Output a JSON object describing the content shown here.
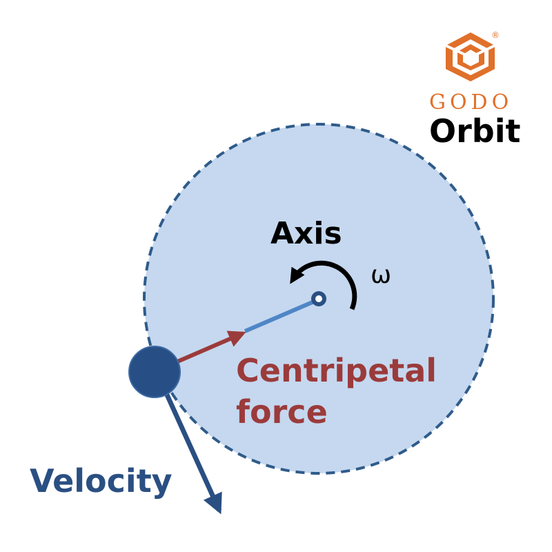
{
  "logo": {
    "brand": "GODO",
    "product": "Orbit",
    "registered_mark": "®",
    "brand_color": "#e0702a"
  },
  "diagram": {
    "axis_label": "Axis",
    "omega_label": "ω",
    "centripetal_label_line1": "Centripetal",
    "centripetal_label_line2": "force",
    "velocity_label": "Velocity"
  },
  "colors": {
    "disk_fill": "#c5d8ef",
    "disk_border": "#2f5b8a",
    "body_fill": "#274f86",
    "radius_line": "#4f86c6",
    "centripetal": "#9b3b3b",
    "velocity": "#2a4f82",
    "axis_text": "#000000"
  }
}
